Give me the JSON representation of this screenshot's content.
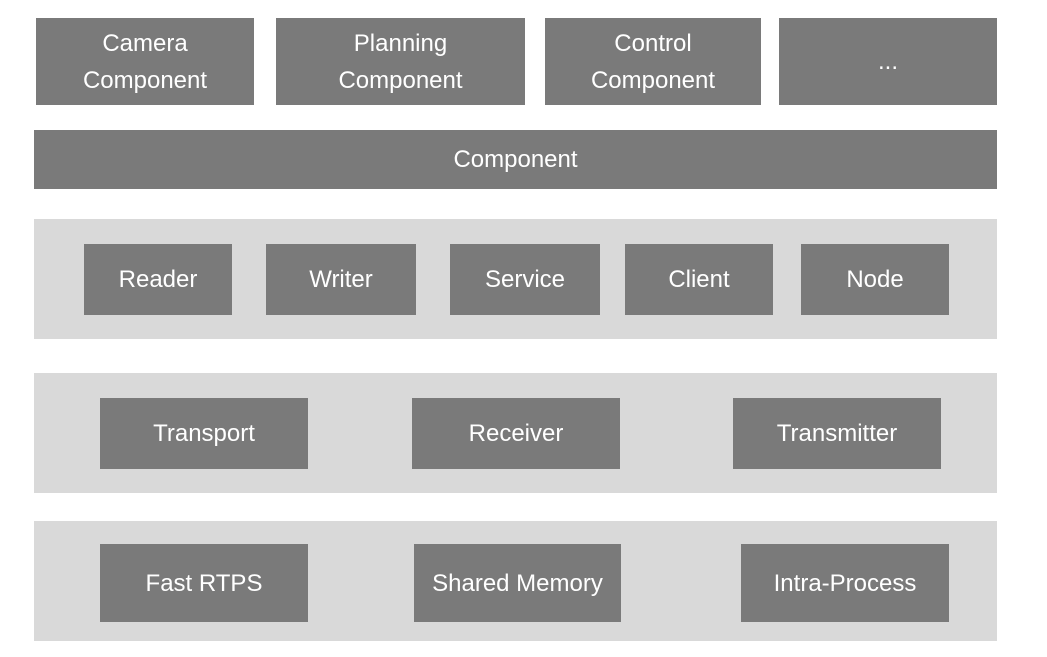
{
  "components_row": [
    {
      "label": "Camera\nComponent"
    },
    {
      "label": "Planning\nComponent"
    },
    {
      "label": "Control\nComponent"
    },
    {
      "label": "..."
    }
  ],
  "component_bar": {
    "label": "Component"
  },
  "api_layer": {
    "items": [
      {
        "label": "Reader"
      },
      {
        "label": "Writer"
      },
      {
        "label": "Service"
      },
      {
        "label": "Client"
      },
      {
        "label": "Node"
      }
    ]
  },
  "transport_layer": {
    "items": [
      {
        "label": "Transport"
      },
      {
        "label": "Receiver"
      },
      {
        "label": "Transmitter"
      }
    ]
  },
  "backend_layer": {
    "items": [
      {
        "label": "Fast RTPS"
      },
      {
        "label": "Shared Memory"
      },
      {
        "label": "Intra-Process"
      }
    ]
  },
  "colors": {
    "box": "#7a7a7a",
    "layer": "#d9d9d9",
    "text": "#ffffff"
  }
}
